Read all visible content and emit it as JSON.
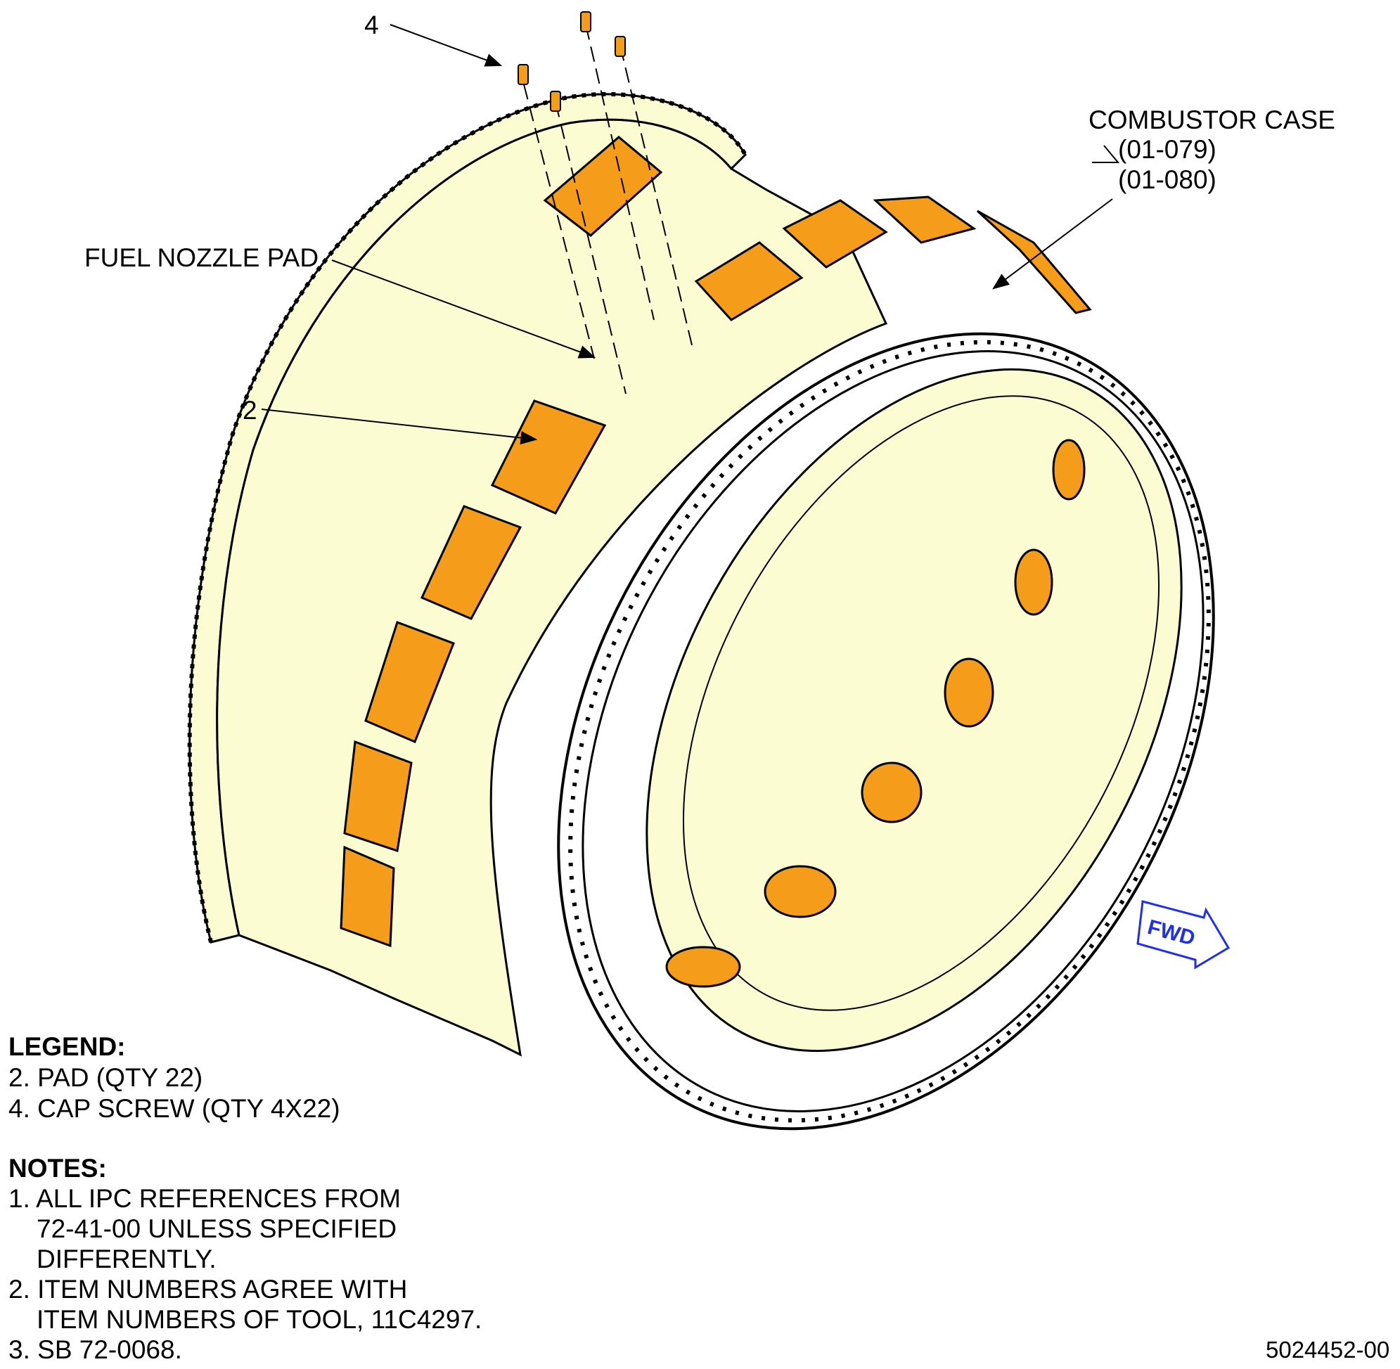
{
  "callouts": {
    "item4": "4",
    "item2": "2",
    "fuel_nozzle_pad": "FUEL NOZZLE PAD",
    "combustor_case": {
      "name": "COMBUSTOR CASE",
      "ref1": "(01-079)",
      "ref2": "(01-080)"
    }
  },
  "fwd_label": "FWD",
  "legend": {
    "title": "LEGEND:",
    "items": [
      "2. PAD (QTY 22)",
      "4. CAP SCREW (QTY 4X22)"
    ]
  },
  "notes": {
    "title": "NOTES:",
    "items": [
      {
        "num": "1.",
        "lines": [
          "ALL IPC REFERENCES FROM",
          "72-41-00 UNLESS SPECIFIED",
          "DIFFERENTLY."
        ]
      },
      {
        "num": "2.",
        "lines": [
          "ITEM NUMBERS AGREE WITH",
          "ITEM NUMBERS OF TOOL, 11C4297."
        ]
      },
      {
        "num": "3.",
        "lines": [
          "SB 72-0068."
        ]
      }
    ]
  },
  "figure_number": "5024452-00",
  "colors": {
    "case_fill": "#fcfcd2",
    "pad_fill": "#f59c1a",
    "outline": "#000000",
    "fwd_blue": "#1f2ff0"
  }
}
